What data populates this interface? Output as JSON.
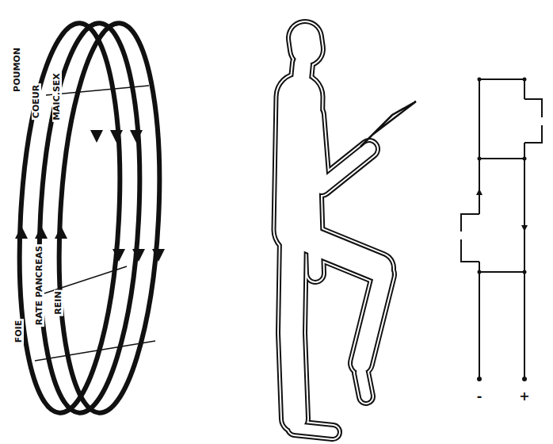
{
  "diagram": {
    "labels": [
      "POUMON",
      "COEUR",
      "MAIC.SEX",
      "FOIE",
      "RATE PANCREAS",
      "REIN",
      "-",
      "+"
    ]
  }
}
